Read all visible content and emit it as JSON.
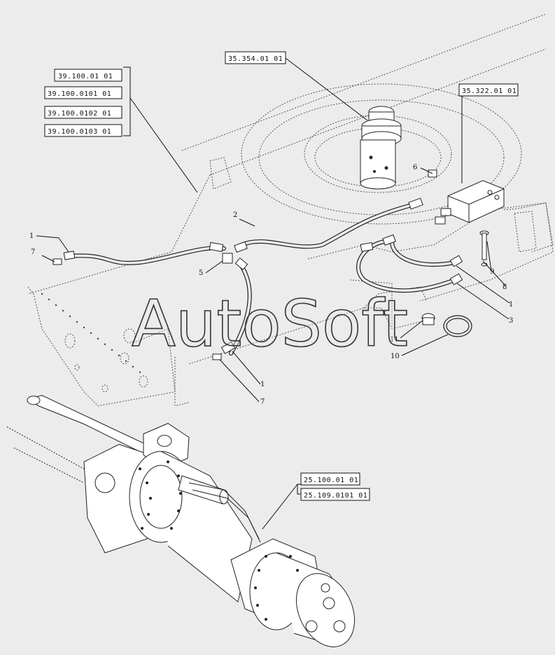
{
  "reference_labels": {
    "top_left": [
      "39.100.01 01",
      "39.100.0101 01",
      "39.100.0102 01",
      "39.100.0103 01"
    ],
    "swivel": "35.354.01 01",
    "valve": "35.322.01 01",
    "axle": [
      "25.100.01 01",
      "25.109.0101 01"
    ]
  },
  "callouts": {
    "c1a": "1",
    "c7a": "7",
    "c2": "2",
    "c5": "5",
    "c6": "6",
    "c9": "9",
    "c8": "8",
    "c1b": "1",
    "c3": "3",
    "c11": "11",
    "c10": "10",
    "c1c": "1",
    "c7b": "7"
  },
  "watermark": "AutoSoft",
  "colors": {
    "background": "#ececec",
    "line": "#222222",
    "label_fill": "#ffffff"
  }
}
